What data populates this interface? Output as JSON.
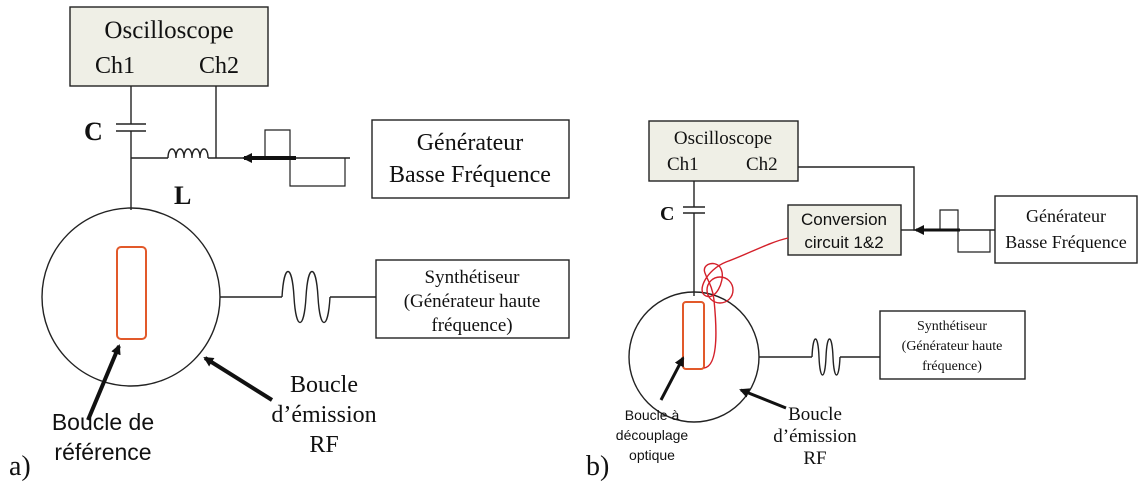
{
  "panel_a": {
    "label": "a)",
    "oscilloscope": {
      "title": "Oscilloscope",
      "ch1": "Ch1",
      "ch2": "Ch2"
    },
    "capacitor": "C",
    "inductor": "L",
    "generator": {
      "line1": "Générateur",
      "line2": "Basse Fréquence"
    },
    "synth": {
      "line1": "Synthétiseur",
      "line2": "(Générateur haute",
      "line3": "fréquence)"
    },
    "ref_loop": {
      "line1": "Boucle de",
      "line2": "référence"
    },
    "emit_loop": {
      "line1": "Boucle",
      "line2": "d’émission",
      "line3": "RF"
    }
  },
  "panel_b": {
    "label": "b)",
    "oscilloscope": {
      "title": "Oscilloscope",
      "ch1": "Ch1",
      "ch2": "Ch2"
    },
    "capacitor": "C",
    "conversion": {
      "line1": "Conversion",
      "line2": "circuit 1&2"
    },
    "generator": {
      "line1": "Générateur",
      "line2": "Basse Fréquence"
    },
    "synth": {
      "line1": "Synthétiseur",
      "line2": "(Générateur haute",
      "line3": "fréquence)"
    },
    "opt_loop": {
      "line1": "Boucle à",
      "line2": "découplage",
      "line3": "optique"
    },
    "emit_loop": {
      "line1": "Boucle",
      "line2": "d’émission",
      "line3": "RF"
    }
  },
  "colors": {
    "box_fill": "#efefe6",
    "loop_orange": "#e2592a",
    "fiber_red": "#d4202a"
  }
}
